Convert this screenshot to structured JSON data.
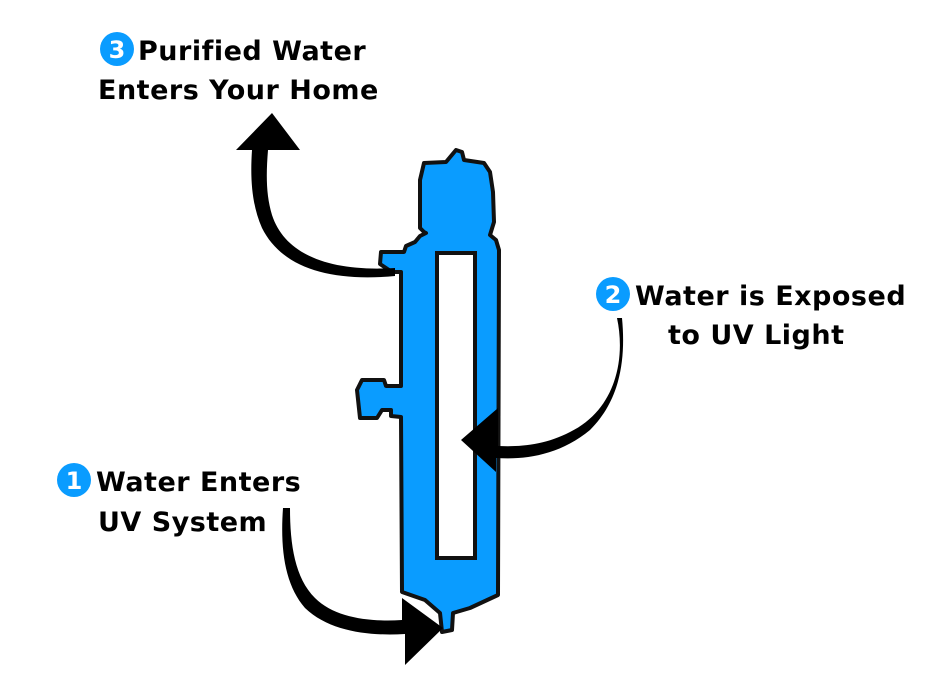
{
  "title": "UV Water Purification System",
  "colors": {
    "accent": "#0a9cff",
    "outline": "#111111",
    "arrow": "#000000",
    "text": "#000000",
    "background": "#ffffff"
  },
  "steps": [
    {
      "number": "1",
      "lines": [
        "Water Enters",
        "UV System"
      ]
    },
    {
      "number": "2",
      "lines": [
        "Water is Exposed",
        "to UV Light"
      ]
    },
    {
      "number": "3",
      "lines": [
        "Purified Water",
        "Enters Your Home"
      ]
    }
  ],
  "icons": {
    "device": "uv-system-unit-icon",
    "arrows": [
      "inlet-arrow-icon",
      "uv-exposure-arrow-icon",
      "outlet-arrow-icon"
    ]
  }
}
